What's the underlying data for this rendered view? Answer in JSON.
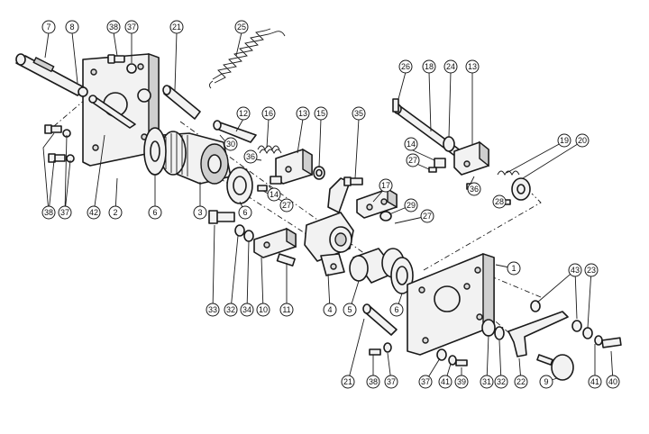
{
  "figure": {
    "kind": "exploded-parts-diagram",
    "callout_labels": [
      "1",
      "2",
      "3",
      "4",
      "5",
      "6",
      "7",
      "8",
      "9",
      "10",
      "11",
      "12",
      "13",
      "14",
      "15",
      "16",
      "17",
      "18",
      "19",
      "20",
      "21",
      "22",
      "23",
      "24",
      "25",
      "26",
      "27",
      "28",
      "29",
      "30",
      "31",
      "32",
      "33",
      "34",
      "35",
      "36",
      "37",
      "38",
      "39",
      "40",
      "41",
      "42",
      "43"
    ]
  },
  "callouts": [
    {
      "id": "c7",
      "label": "7"
    },
    {
      "id": "c8",
      "label": "8"
    },
    {
      "id": "c38a",
      "label": "38"
    },
    {
      "id": "c37a",
      "label": "37"
    },
    {
      "id": "c21a",
      "label": "21"
    },
    {
      "id": "c25",
      "label": "25"
    },
    {
      "id": "c12",
      "label": "12"
    },
    {
      "id": "c16",
      "label": "16"
    },
    {
      "id": "c13a",
      "label": "13"
    },
    {
      "id": "c15",
      "label": "15"
    },
    {
      "id": "c35",
      "label": "35"
    },
    {
      "id": "c30",
      "label": "30"
    },
    {
      "id": "c36a",
      "label": "36"
    },
    {
      "id": "c14a",
      "label": "14"
    },
    {
      "id": "c27a",
      "label": "27"
    },
    {
      "id": "c17",
      "label": "17"
    },
    {
      "id": "c29",
      "label": "29"
    },
    {
      "id": "c27b",
      "label": "27"
    },
    {
      "id": "c26",
      "label": "26"
    },
    {
      "id": "c18",
      "label": "18"
    },
    {
      "id": "c24",
      "label": "24"
    },
    {
      "id": "c13b",
      "label": "13"
    },
    {
      "id": "c14b",
      "label": "14"
    },
    {
      "id": "c27c",
      "label": "27"
    },
    {
      "id": "c36b",
      "label": "36"
    },
    {
      "id": "c28",
      "label": "28"
    },
    {
      "id": "c19",
      "label": "19"
    },
    {
      "id": "c20",
      "label": "20"
    },
    {
      "id": "c38b",
      "label": "38"
    },
    {
      "id": "c42",
      "label": "42"
    },
    {
      "id": "c2",
      "label": "2"
    },
    {
      "id": "c37b",
      "label": "37"
    },
    {
      "id": "c6a",
      "label": "6"
    },
    {
      "id": "c3",
      "label": "3"
    },
    {
      "id": "c6b",
      "label": "6"
    },
    {
      "id": "c1",
      "label": "1"
    },
    {
      "id": "c33",
      "label": "33"
    },
    {
      "id": "c32a",
      "label": "32"
    },
    {
      "id": "c34",
      "label": "34"
    },
    {
      "id": "c10",
      "label": "10"
    },
    {
      "id": "c11",
      "label": "11"
    },
    {
      "id": "c4",
      "label": "4"
    },
    {
      "id": "c5",
      "label": "5"
    },
    {
      "id": "c6c",
      "label": "6"
    },
    {
      "id": "c43",
      "label": "43"
    },
    {
      "id": "c23",
      "label": "23"
    },
    {
      "id": "c21b",
      "label": "21"
    },
    {
      "id": "c38c",
      "label": "38"
    },
    {
      "id": "c37c",
      "label": "37"
    },
    {
      "id": "c37d",
      "label": "37"
    },
    {
      "id": "c41a",
      "label": "41"
    },
    {
      "id": "c39",
      "label": "39"
    },
    {
      "id": "c31",
      "label": "31"
    },
    {
      "id": "c32b",
      "label": "32"
    },
    {
      "id": "c22",
      "label": "22"
    },
    {
      "id": "c9",
      "label": "9"
    },
    {
      "id": "c41b",
      "label": "41"
    },
    {
      "id": "c40",
      "label": "40"
    }
  ]
}
